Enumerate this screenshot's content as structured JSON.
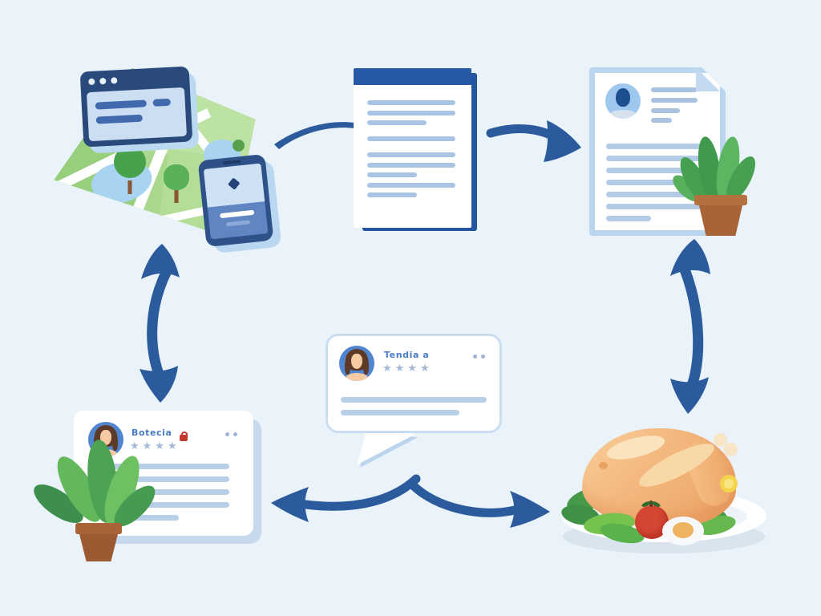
{
  "illustration": {
    "name": "restaurant-review-flow-illustration",
    "background_color": "#eaf2fa",
    "arrow_color": "#2b5b9d",
    "navy_color": "#2b4a7c",
    "line_color": "#b9cfe8",
    "star_color": "#a3b9d6"
  },
  "nodes": [
    {
      "id": "map",
      "icon": "map-with-browser-and-phone-icon"
    },
    {
      "id": "document",
      "icon": "document-page-icon"
    },
    {
      "id": "profile_document",
      "icon": "profile-document-with-plant-icon"
    },
    {
      "id": "review_card",
      "icon": "review-card-with-plant-icon"
    },
    {
      "id": "review_bubble",
      "icon": "review-speech-bubble-icon"
    },
    {
      "id": "meal",
      "icon": "roast-chicken-plate-icon"
    }
  ],
  "reviews": {
    "bubble": {
      "name": "Tendia a",
      "rating": 4,
      "stars": "★★★★"
    },
    "card": {
      "name": "Botecia",
      "rating": 4,
      "stars": "★★★★"
    }
  }
}
